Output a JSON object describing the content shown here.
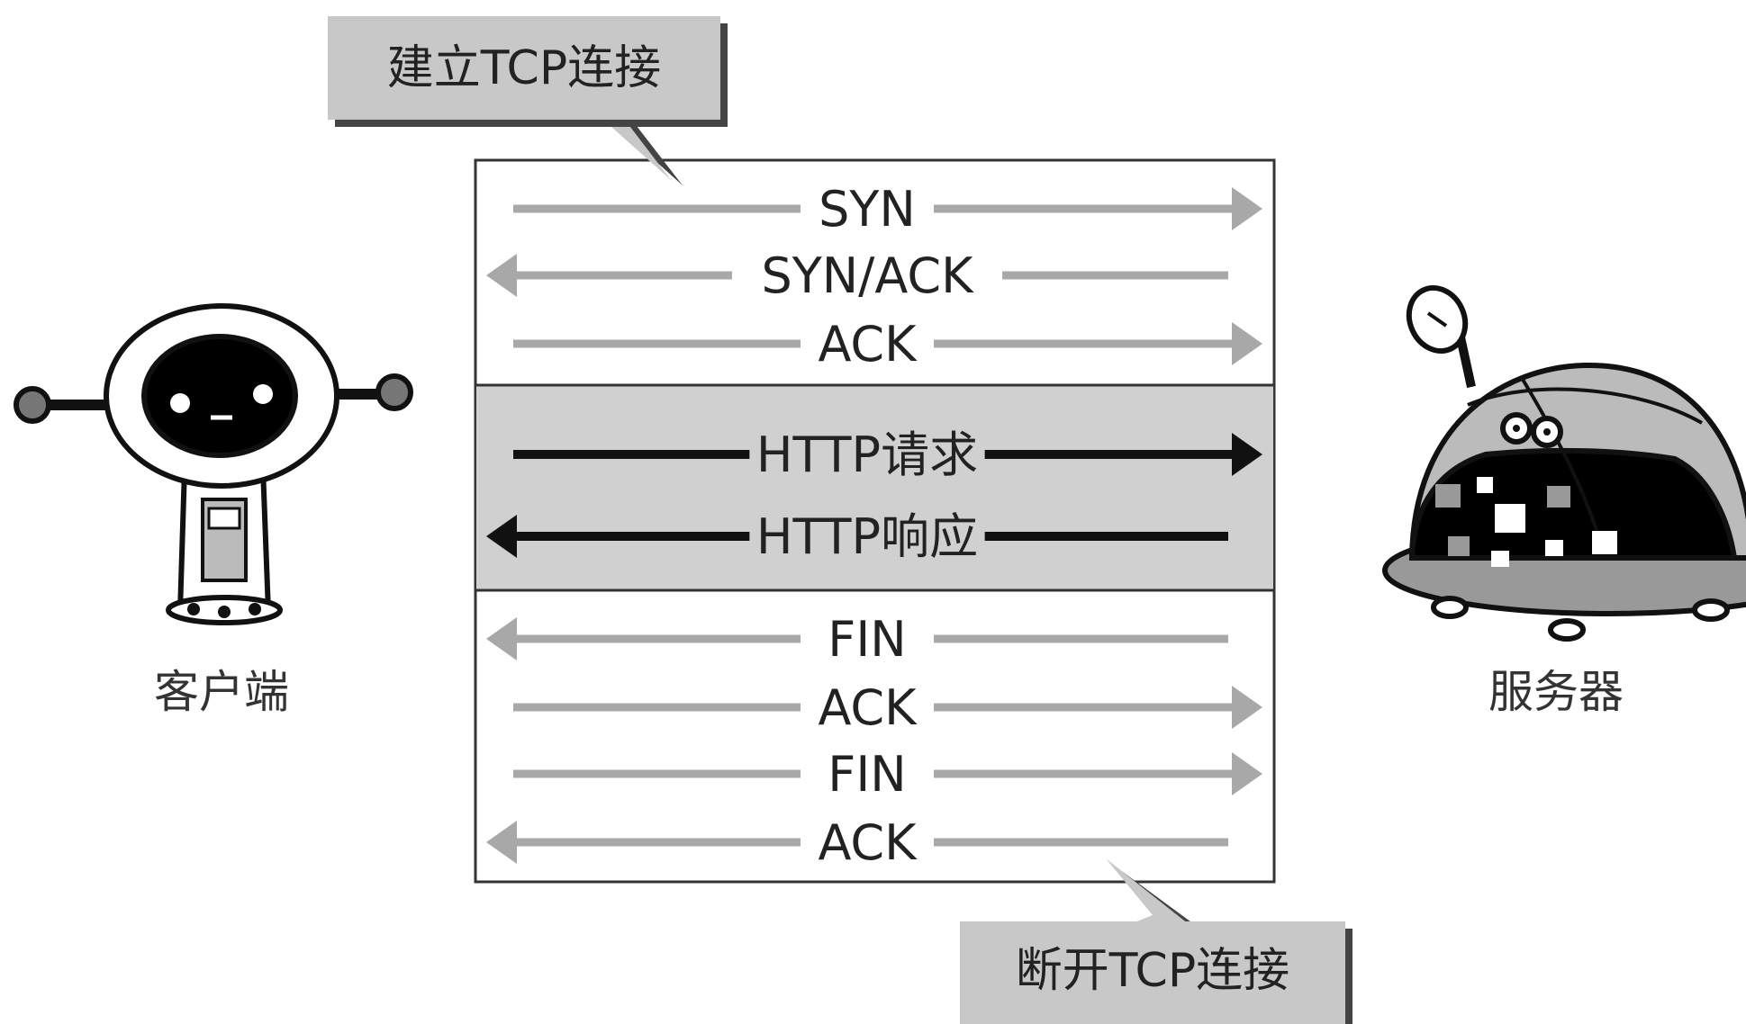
{
  "callouts": {
    "establish": "建立TCP连接",
    "close": "断开TCP连接"
  },
  "actors": {
    "client": "客户端",
    "server": "服务器"
  },
  "handshake": [
    {
      "label": "SYN",
      "direction": "to-server"
    },
    {
      "label": "SYN/ACK",
      "direction": "to-client"
    },
    {
      "label": "ACK",
      "direction": "to-server"
    }
  ],
  "http": [
    {
      "label": "HTTP请求",
      "direction": "to-server"
    },
    {
      "label": "HTTP响应",
      "direction": "to-client"
    }
  ],
  "teardown": [
    {
      "label": "FIN",
      "direction": "to-client"
    },
    {
      "label": "ACK",
      "direction": "to-server"
    },
    {
      "label": "FIN",
      "direction": "to-server"
    },
    {
      "label": "ACK",
      "direction": "to-client"
    }
  ],
  "colors": {
    "gray_arrow": "#a8a8a8",
    "black_arrow": "#111111",
    "http_band": "#d0d0d0",
    "callout_fill": "#c8c8c8",
    "frame": "#333333"
  }
}
